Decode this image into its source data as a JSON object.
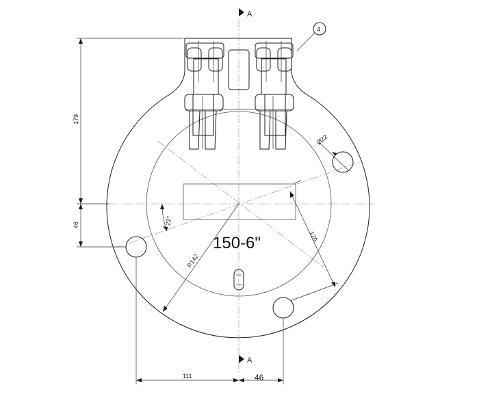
{
  "drawing": {
    "model_label": "150-6\"",
    "section_label_top": "A",
    "section_label_bottom": "A",
    "balloon_number": "4",
    "dimensions": {
      "height_179": "179",
      "offset_46_left": "46",
      "width_111": "111",
      "width_46_bottom": "46",
      "diameter_hole": "Ø22",
      "radius": "R142",
      "angle": "22°",
      "distance_120": "120"
    }
  }
}
